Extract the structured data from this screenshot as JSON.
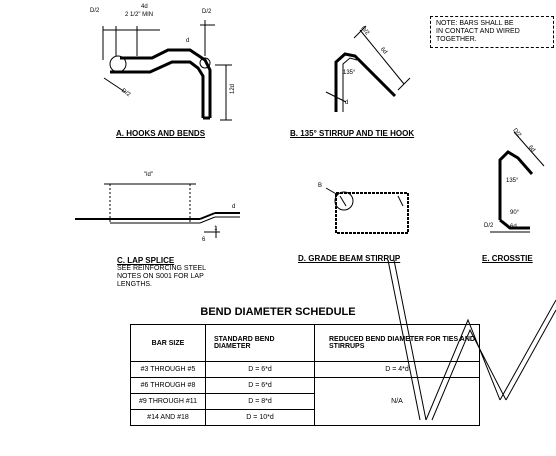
{
  "note": {
    "lines": [
      "NOTE: BARS SHALL BE",
      "IN CONTACT AND WIRED",
      "TOGETHER."
    ]
  },
  "details": {
    "a": {
      "caption": "A. HOOKS AND BENDS",
      "d2_left": "D/2",
      "four_d": "4d",
      "min": "2 1/2\" MIN",
      "d2_right": "D/2",
      "d_mid": "d",
      "d2_bottom": "D/2",
      "twelve_d": "12d"
    },
    "b": {
      "caption": "B. 135° STIRRUP AND TIE HOOK",
      "d2": "D/2",
      "six_d": "6d",
      "angle": "135°",
      "d": "d"
    },
    "c": {
      "caption": "C. LAP SPLICE",
      "ld": "\"ld\"",
      "d": "d",
      "one": "1",
      "six": "6",
      "sub": [
        "SEE REINFORCING STEEL",
        "NOTES ON S001 FOR LAP",
        "LENGTHS."
      ]
    },
    "d": {
      "caption": "D. GRADE BEAM STIRRUP",
      "b": "B"
    },
    "e": {
      "caption": "E. CROSSTIE",
      "d2_top": "D/2",
      "six_d_top": "6d",
      "angle135": "135°",
      "angle90": "90°",
      "d2_bottom": "D/2",
      "six_d_bottom": "6d"
    }
  },
  "schedule": {
    "title": "BEND DIAMETER SCHEDULE",
    "headers": [
      "BAR SIZE",
      "STANDARD BEND DIAMETER",
      "REDUCED BEND DIAMETER FOR TIES AND STIRRUPS"
    ],
    "rows": [
      {
        "bar": "#3 THROUGH #5",
        "standard": "D = 6*d",
        "reduced": "D = 4*d"
      },
      {
        "bar": "#6 THROUGH #8",
        "standard": "D = 6*d",
        "reduced": ""
      },
      {
        "bar": "#9 THROUGH #11",
        "standard": "D = 8*d",
        "reduced": "N/A"
      },
      {
        "bar": "#14 AND #18",
        "standard": "D = 10*d",
        "reduced": ""
      }
    ]
  }
}
